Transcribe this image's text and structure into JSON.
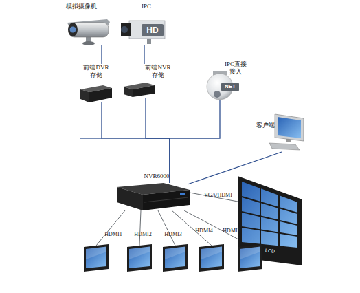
{
  "diagram": {
    "nodes": [
      {
        "text": [
          "模拟摄像机"
        ]
      },
      {
        "text": [
          "IPC",
          "HD"
        ]
      },
      {
        "text": [
          "前端DVR 存储"
        ]
      },
      {
        "text": [
          "前端NVR 存储"
        ]
      },
      {
        "text": [
          "IPC直接 接入",
          "NET"
        ]
      },
      {
        "text": [
          "客户端"
        ]
      },
      {
        "text": [
          "NVR6000"
        ]
      },
      {
        "text": [
          "LCD"
        ]
      },
      {
        "text": [
          "HDMI1"
        ]
      },
      {
        "text": [
          "HDMI2"
        ]
      },
      {
        "text": [
          "HDMI3"
        ]
      },
      {
        "text": [
          "HDMI4"
        ]
      },
      {
        "text": [
          "HDMI5"
        ]
      }
    ],
    "edges": [
      {
        "from": 0,
        "to": 2,
        "arrow": "none"
      },
      {
        "from": 1,
        "to": 3,
        "arrow": "none"
      },
      {
        "from": 2,
        "to": 6,
        "arrow": "none"
      },
      {
        "from": 3,
        "to": 6,
        "arrow": "none"
      },
      {
        "from": 4,
        "to": 6,
        "arrow": "none"
      },
      {
        "from": 5,
        "to": 6,
        "arrow": "none"
      },
      {
        "from": 6,
        "to": 7,
        "label": "VGA/HDMI",
        "arrow": "none"
      },
      {
        "from": 6,
        "to": 8,
        "arrow": "none"
      },
      {
        "from": 6,
        "to": 9,
        "arrow": "none"
      },
      {
        "from": 6,
        "to": 10,
        "arrow": "none"
      },
      {
        "from": 6,
        "to": 11,
        "arrow": "none"
      },
      {
        "from": 6,
        "to": 12,
        "arrow": "none"
      }
    ]
  }
}
